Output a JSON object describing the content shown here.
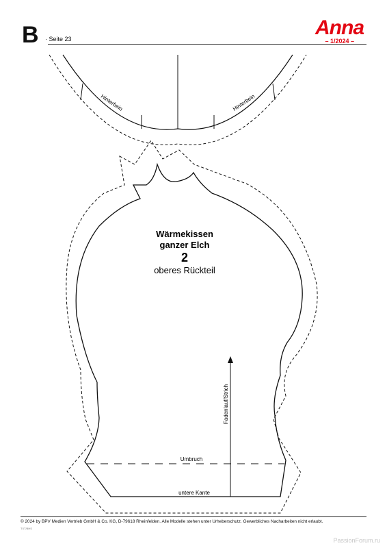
{
  "header": {
    "sheet_letter": "B",
    "page_label": "· Seite 23",
    "brand": "Anna",
    "issue": "– 1/2024 –"
  },
  "pattern_top": {
    "label_left": "Hinterbein",
    "label_right": "Hinterbein"
  },
  "pattern_main": {
    "title_line1": "Wärmekissen",
    "title_line2": "ganzer Elch",
    "number": "2",
    "subtitle": "oberes Rückteil",
    "grain_label": "Fadenlauf/Strich",
    "fold_label": "Umbruch",
    "bottom_edge_label": "untere Kante"
  },
  "footer": {
    "copyright": "© 2024 by BPV Medien Vertrieb GmbH & Co. KG, D-79618 Rheinfelden. Alle Modelle stehen unter Urheberschutz. Gewerbliches Nacharbeiten nicht erlaubt.",
    "code": "TXT/BHS",
    "watermark": "PassionForum.ru"
  },
  "colors": {
    "brand_red": "#e30613",
    "line": "#111111"
  }
}
